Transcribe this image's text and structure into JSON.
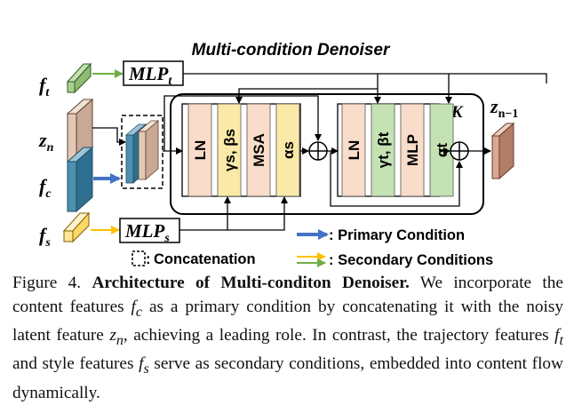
{
  "diagram": {
    "title": "Multi-condition Denoiser",
    "inputs": {
      "ft": "f",
      "ft_sub": "t",
      "zn": "z",
      "zn_sub": "n",
      "fc": "f",
      "fc_sub": "c",
      "fs": "f",
      "fs_sub": "s"
    },
    "output": {
      "label": "z",
      "sub": "n−1"
    },
    "mlp_t": {
      "label": "MLP",
      "sub": "t"
    },
    "mlp_s": {
      "label": "MLP",
      "sub": "s"
    },
    "repeat": "×K",
    "block1_layers": [
      {
        "label": "LN",
        "color": "#f9dcc9"
      },
      {
        "label": "γs, βs",
        "color": "#fbe9a8"
      },
      {
        "label": "MSA",
        "color": "#f9dcc9"
      },
      {
        "label": "αs",
        "color": "#fbe9a8"
      }
    ],
    "block2_layers": [
      {
        "label": "LN",
        "color": "#f9dcc9"
      },
      {
        "label": "γt, βt",
        "color": "#c4e2b3"
      },
      {
        "label": "MLP",
        "color": "#f9dcc9"
      },
      {
        "label": "αt",
        "color": "#c4e2b3"
      }
    ],
    "legend": {
      "concat": "Concatenation",
      "primary": ": Primary Condition",
      "secondary": ": Secondary Conditions"
    },
    "colors": {
      "primary_arrow": "#4472c4",
      "secondary_arrow_yellow": "#ffc000",
      "secondary_arrow_green": "#70ad47",
      "ft_block": "#a9d18e",
      "fs_block": "#ffe699",
      "zn_block": "#e2c9b6",
      "fc_block": "#4f8fb0",
      "output_block": "#d8a894"
    }
  },
  "caption": {
    "label": "Figure 4.",
    "title": "Architecture of Multi-conditon Denoiser.",
    "text_1": "We incorporate the content features",
    "fc": "f",
    "fc_sub": "c",
    "text_2": "as a primary condition by concatenating it with the noisy latent feature",
    "zn": "z",
    "zn_sub": "n",
    "text_3": ", achieving a leading role. In contrast, the trajectory features",
    "ft": "f",
    "ft_sub": "t",
    "text_4": "and style features",
    "fs": "f",
    "fs_sub": "s",
    "text_5": "serve as secondary conditions, embedded into content flow dynamically."
  }
}
